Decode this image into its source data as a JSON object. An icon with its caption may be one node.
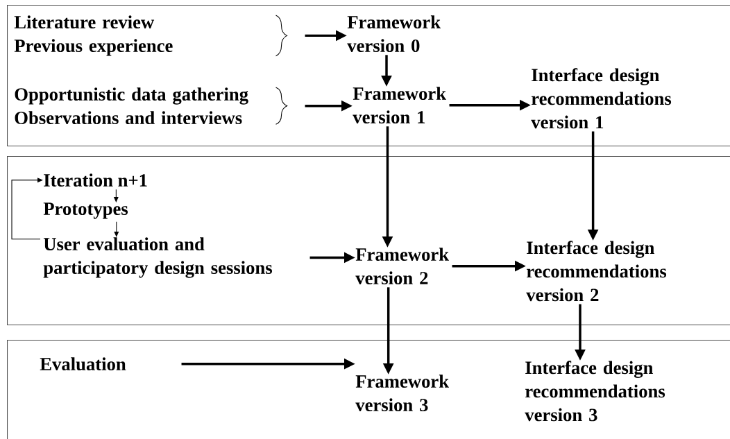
{
  "diagram": {
    "nodes": [
      {
        "text": [],
        "shape": "box"
      },
      {
        "text": [
          "Literature review",
          "Previous experience"
        ],
        "in": 0
      },
      {
        "text": [
          "Framework version 0"
        ],
        "in": 0
      },
      {
        "text": [
          "Opportunistic data gathering",
          "Observations and interviews"
        ],
        "in": 0
      },
      {
        "text": [
          "Framework version 1"
        ],
        "in": 0
      },
      {
        "text": [
          "Interface design recommendations version 1"
        ],
        "in": 0
      },
      {
        "text": [],
        "shape": "box"
      },
      {
        "text": [
          "Iteration n+1"
        ],
        "in": 6
      },
      {
        "text": [
          "Prototypes"
        ],
        "in": 6
      },
      {
        "text": [
          "User evaluation and participatory design sessions"
        ],
        "in": 6
      },
      {
        "text": [
          "Framework version 2"
        ],
        "in": 6
      },
      {
        "text": [
          "Interface design recommendations version 2"
        ],
        "in": 6
      },
      {
        "text": [],
        "shape": "box"
      },
      {
        "text": [
          "Evaluation"
        ],
        "in": 12
      },
      {
        "text": [
          "Framework version 3"
        ],
        "in": 12
      },
      {
        "text": [
          "Interface design recommendations version 3"
        ],
        "in": 12
      }
    ],
    "edges": [
      {
        "from": 1,
        "to": 2,
        "arrow": "to"
      },
      {
        "from": 2,
        "to": 4,
        "arrow": "to"
      },
      {
        "from": 3,
        "to": 4,
        "arrow": "to"
      },
      {
        "from": 4,
        "to": 5,
        "arrow": "to"
      },
      {
        "from": 4,
        "to": 10,
        "arrow": "to"
      },
      {
        "from": 5,
        "to": 11,
        "arrow": "to"
      },
      {
        "from": 7,
        "to": 8,
        "arrow": "to"
      },
      {
        "from": 8,
        "to": 9,
        "arrow": "to"
      },
      {
        "from": 9,
        "to": 7,
        "arrow": "to"
      },
      {
        "from": 9,
        "to": 10,
        "arrow": "to"
      },
      {
        "from": 10,
        "to": 11,
        "arrow": "to"
      },
      {
        "from": 10,
        "to": 14,
        "arrow": "to"
      },
      {
        "from": 11,
        "to": 15,
        "arrow": "to"
      },
      {
        "from": 13,
        "to": 14,
        "arrow": "to"
      }
    ]
  }
}
